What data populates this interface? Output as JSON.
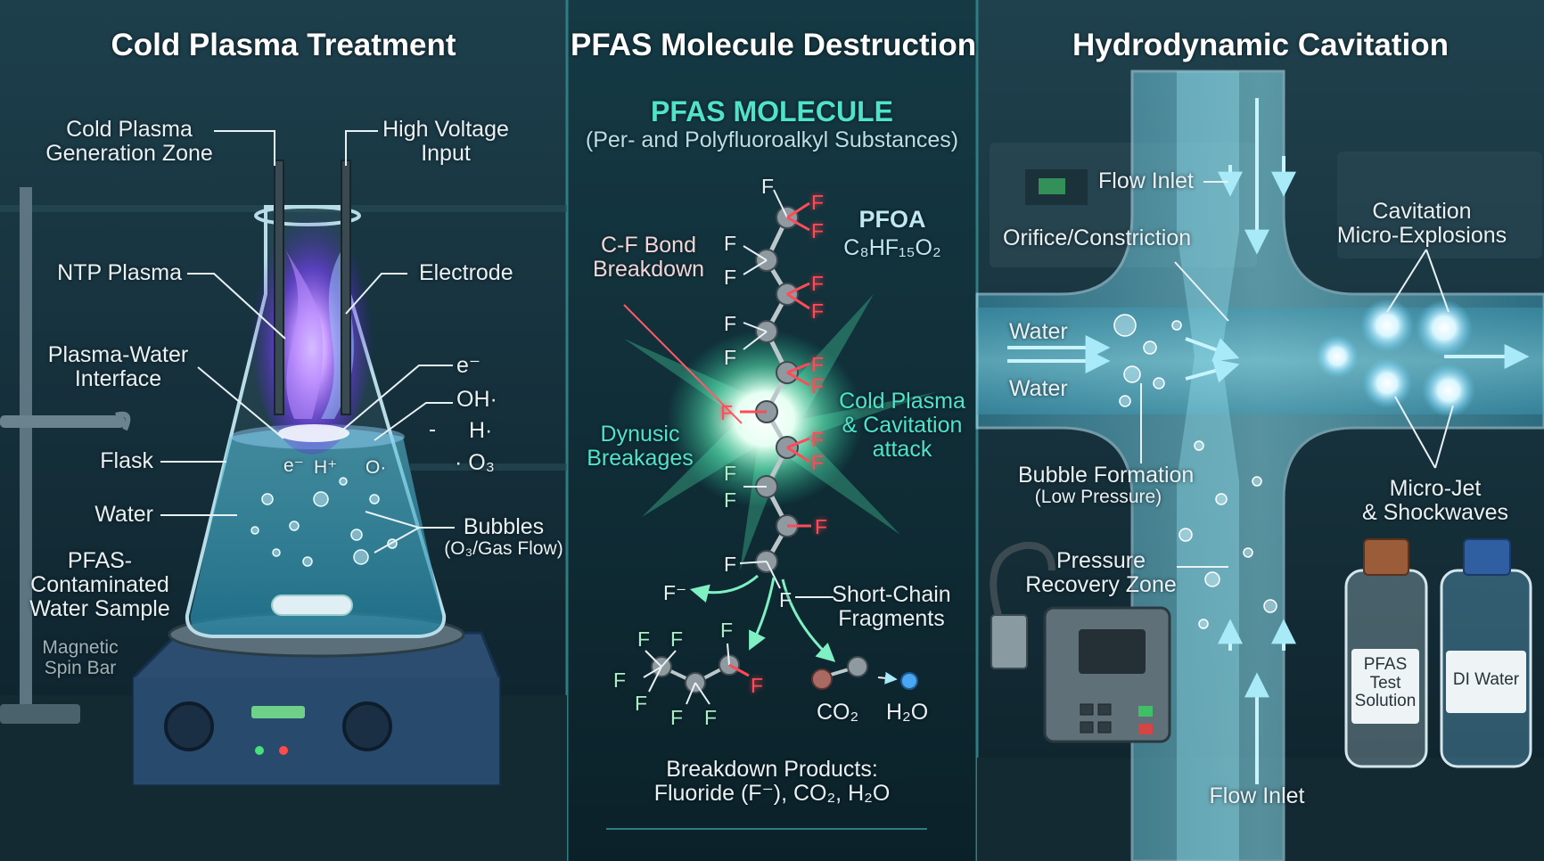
{
  "panels": {
    "left": {
      "title": "Cold Plasma Treatment",
      "labels": {
        "gen_zone_1": "Cold Plasma",
        "gen_zone_2": "Generation Zone",
        "hv_1": "High Voltage",
        "hv_2": "Input",
        "ntp": "NTP Plasma",
        "electrode": "Electrode",
        "interface_1": "Plasma-Water",
        "interface_2": "Interface",
        "flask": "Flask",
        "water": "Water",
        "sample_1": "PFAS-",
        "sample_2": "Contaminated",
        "sample_3": "Water Sample",
        "spin_1": "Magnetic",
        "spin_2": "Spin Bar",
        "bubbles": "Bubbles",
        "bubbles_sub": "(O₃/Gas Flow)",
        "species": [
          "e⁻",
          "OH·",
          "H·",
          "· O₃"
        ],
        "flask_species": [
          "e⁻",
          "H⁺",
          "O·"
        ]
      }
    },
    "middle": {
      "title": "PFAS Molecule Destruction",
      "heading": "PFAS MOLECULE",
      "subheading": "(Per- and Polyfluoroalkyl Substances)",
      "pfoa": "PFOA",
      "formula": "C₈HF₁₅O₂",
      "cf_bond_1": "C-F Bond",
      "cf_bond_2": "Breakdown",
      "dynusic_1": "Dynusic",
      "dynusic_2": "Breakages",
      "attack_1": "Cold Plasma",
      "attack_2": "& Cavitation",
      "attack_3": "attack",
      "fluorine": "F",
      "fluoride_ion": "F⁻",
      "short_chain_1": "Short-Chain",
      "short_chain_2": "Fragments",
      "co2": "CO₂",
      "h2o": "H₂O",
      "products_1": "Breakdown Products:",
      "products_2": "Fluoride (F⁻), CO₂, H₂O"
    },
    "right": {
      "title": "Hydrodynamic Cavitation",
      "flow_inlet_top": "Flow Inlet",
      "orifice": "Orifice/Constriction",
      "cav_1": "Cavitation",
      "cav_2": "Micro-Explosions",
      "water_1": "Water",
      "water_2": "Water",
      "bubble_1": "Bubble Formation",
      "bubble_2": "(Low Pressure)",
      "jet_1": "Micro-Jet",
      "jet_2": "& Shockwaves",
      "recovery_1": "Pressure",
      "recovery_2": "Recovery Zone",
      "pfas_bottle_1": "PFAS",
      "pfas_bottle_2": "Test",
      "pfas_bottle_3": "Solution",
      "di_bottle": "DI Water",
      "flow_inlet_bottom": "Flow Inlet"
    }
  }
}
